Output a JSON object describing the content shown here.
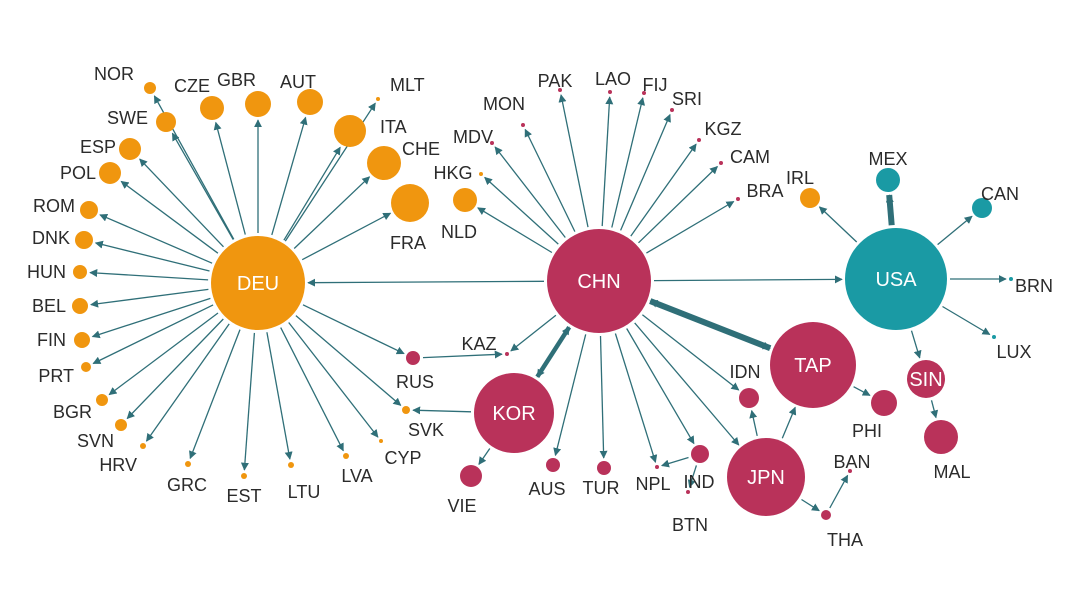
{
  "colors": {
    "europe": "#f0960f",
    "asia": "#b9325a",
    "americas": "#1a9aa4",
    "edge": "#2f6f78",
    "label": "#2b2b2b"
  },
  "nodes": [
    {
      "id": "DEU",
      "group": "europe"
    },
    {
      "id": "CHN",
      "group": "asia"
    },
    {
      "id": "USA",
      "group": "americas"
    },
    {
      "id": "KOR",
      "group": "asia"
    },
    {
      "id": "TAP",
      "group": "asia"
    },
    {
      "id": "JPN",
      "group": "asia"
    },
    {
      "id": "SIN",
      "group": "asia"
    },
    {
      "id": "NOR",
      "group": "europe"
    },
    {
      "id": "SWE",
      "group": "europe"
    },
    {
      "id": "CZE",
      "group": "europe"
    },
    {
      "id": "GBR",
      "group": "europe"
    },
    {
      "id": "AUT",
      "group": "europe"
    },
    {
      "id": "MLT",
      "group": "europe"
    },
    {
      "id": "ITA",
      "group": "europe"
    },
    {
      "id": "CHE",
      "group": "europe"
    },
    {
      "id": "FRA",
      "group": "europe"
    },
    {
      "id": "ESP",
      "group": "europe"
    },
    {
      "id": "POL",
      "group": "europe"
    },
    {
      "id": "ROM",
      "group": "europe"
    },
    {
      "id": "DNK",
      "group": "europe"
    },
    {
      "id": "HUN",
      "group": "europe"
    },
    {
      "id": "BEL",
      "group": "europe"
    },
    {
      "id": "FIN",
      "group": "europe"
    },
    {
      "id": "PRT",
      "group": "europe"
    },
    {
      "id": "BGR",
      "group": "europe"
    },
    {
      "id": "SVN",
      "group": "europe"
    },
    {
      "id": "HRV",
      "group": "europe"
    },
    {
      "id": "GRC",
      "group": "europe"
    },
    {
      "id": "EST",
      "group": "europe"
    },
    {
      "id": "LTU",
      "group": "europe"
    },
    {
      "id": "LVA",
      "group": "europe"
    },
    {
      "id": "CYP",
      "group": "europe"
    },
    {
      "id": "SVK",
      "group": "europe"
    },
    {
      "id": "NLD",
      "group": "europe"
    },
    {
      "id": "HKG",
      "group": "europe"
    },
    {
      "id": "IRL",
      "group": "europe"
    },
    {
      "id": "RUS",
      "group": "asia"
    },
    {
      "id": "KAZ",
      "group": "asia"
    },
    {
      "id": "MON",
      "group": "asia"
    },
    {
      "id": "PAK",
      "group": "asia"
    },
    {
      "id": "LAO",
      "group": "asia"
    },
    {
      "id": "FIJ",
      "group": "asia"
    },
    {
      "id": "SRI",
      "group": "asia"
    },
    {
      "id": "MDV",
      "group": "asia"
    },
    {
      "id": "KGZ",
      "group": "asia"
    },
    {
      "id": "CAM",
      "group": "asia"
    },
    {
      "id": "BRA",
      "group": "asia"
    },
    {
      "id": "VIE",
      "group": "asia"
    },
    {
      "id": "AUS",
      "group": "asia"
    },
    {
      "id": "TUR",
      "group": "asia"
    },
    {
      "id": "NPL",
      "group": "asia"
    },
    {
      "id": "IND",
      "group": "asia"
    },
    {
      "id": "BTN",
      "group": "asia"
    },
    {
      "id": "IDN",
      "group": "asia"
    },
    {
      "id": "PHI",
      "group": "asia"
    },
    {
      "id": "MAL",
      "group": "asia"
    },
    {
      "id": "BAN",
      "group": "asia"
    },
    {
      "id": "THA",
      "group": "asia"
    },
    {
      "id": "MEX",
      "group": "americas"
    },
    {
      "id": "CAN",
      "group": "americas"
    },
    {
      "id": "BRN",
      "group": "americas"
    },
    {
      "id": "LUX",
      "group": "americas"
    }
  ],
  "edges": [
    {
      "from": "DEU",
      "to": "NOR"
    },
    {
      "from": "DEU",
      "to": "SWE"
    },
    {
      "from": "DEU",
      "to": "CZE"
    },
    {
      "from": "DEU",
      "to": "GBR"
    },
    {
      "from": "DEU",
      "to": "AUT"
    },
    {
      "from": "DEU",
      "to": "MLT"
    },
    {
      "from": "DEU",
      "to": "ITA"
    },
    {
      "from": "DEU",
      "to": "CHE"
    },
    {
      "from": "DEU",
      "to": "FRA"
    },
    {
      "from": "DEU",
      "to": "ESP"
    },
    {
      "from": "DEU",
      "to": "POL"
    },
    {
      "from": "DEU",
      "to": "ROM"
    },
    {
      "from": "DEU",
      "to": "DNK"
    },
    {
      "from": "DEU",
      "to": "HUN"
    },
    {
      "from": "DEU",
      "to": "BEL"
    },
    {
      "from": "DEU",
      "to": "FIN"
    },
    {
      "from": "DEU",
      "to": "PRT"
    },
    {
      "from": "DEU",
      "to": "BGR"
    },
    {
      "from": "DEU",
      "to": "SVN"
    },
    {
      "from": "DEU",
      "to": "HRV"
    },
    {
      "from": "DEU",
      "to": "GRC"
    },
    {
      "from": "DEU",
      "to": "EST"
    },
    {
      "from": "DEU",
      "to": "LTU"
    },
    {
      "from": "DEU",
      "to": "LVA"
    },
    {
      "from": "DEU",
      "to": "CYP"
    },
    {
      "from": "DEU",
      "to": "RUS"
    },
    {
      "from": "DEU",
      "to": "SVK"
    },
    {
      "from": "CHN",
      "to": "DEU"
    },
    {
      "from": "CHN",
      "to": "USA"
    },
    {
      "from": "CHN",
      "to": "MON"
    },
    {
      "from": "CHN",
      "to": "PAK"
    },
    {
      "from": "CHN",
      "to": "LAO"
    },
    {
      "from": "CHN",
      "to": "FIJ"
    },
    {
      "from": "CHN",
      "to": "SRI"
    },
    {
      "from": "CHN",
      "to": "MDV"
    },
    {
      "from": "CHN",
      "to": "KGZ"
    },
    {
      "from": "CHN",
      "to": "CAM"
    },
    {
      "from": "CHN",
      "to": "BRA"
    },
    {
      "from": "CHN",
      "to": "HKG"
    },
    {
      "from": "CHN",
      "to": "NLD"
    },
    {
      "from": "CHN",
      "to": "AUS"
    },
    {
      "from": "CHN",
      "to": "TUR"
    },
    {
      "from": "CHN",
      "to": "NPL"
    },
    {
      "from": "CHN",
      "to": "IND"
    },
    {
      "from": "CHN",
      "to": "IDN"
    },
    {
      "from": "CHN",
      "to": "JPN"
    },
    {
      "from": "CHN",
      "to": "KAZ"
    },
    {
      "from": "CHN",
      "to": "KOR",
      "weight": 2,
      "bidirectional": true
    },
    {
      "from": "CHN",
      "to": "TAP",
      "weight": 3,
      "bidirectional": true
    },
    {
      "from": "RUS",
      "to": "KAZ"
    },
    {
      "from": "KOR",
      "to": "SVK"
    },
    {
      "from": "KOR",
      "to": "VIE"
    },
    {
      "from": "IND",
      "to": "NPL"
    },
    {
      "from": "IND",
      "to": "BTN"
    },
    {
      "from": "JPN",
      "to": "IDN"
    },
    {
      "from": "JPN",
      "to": "TAP"
    },
    {
      "from": "JPN",
      "to": "THA"
    },
    {
      "from": "THA",
      "to": "BAN"
    },
    {
      "from": "TAP",
      "to": "PHI"
    },
    {
      "from": "USA",
      "to": "MEX",
      "weight": 3
    },
    {
      "from": "USA",
      "to": "CAN"
    },
    {
      "from": "USA",
      "to": "IRL"
    },
    {
      "from": "USA",
      "to": "BRN"
    },
    {
      "from": "USA",
      "to": "LUX"
    },
    {
      "from": "USA",
      "to": "SIN"
    },
    {
      "from": "SIN",
      "to": "MAL"
    }
  ]
}
